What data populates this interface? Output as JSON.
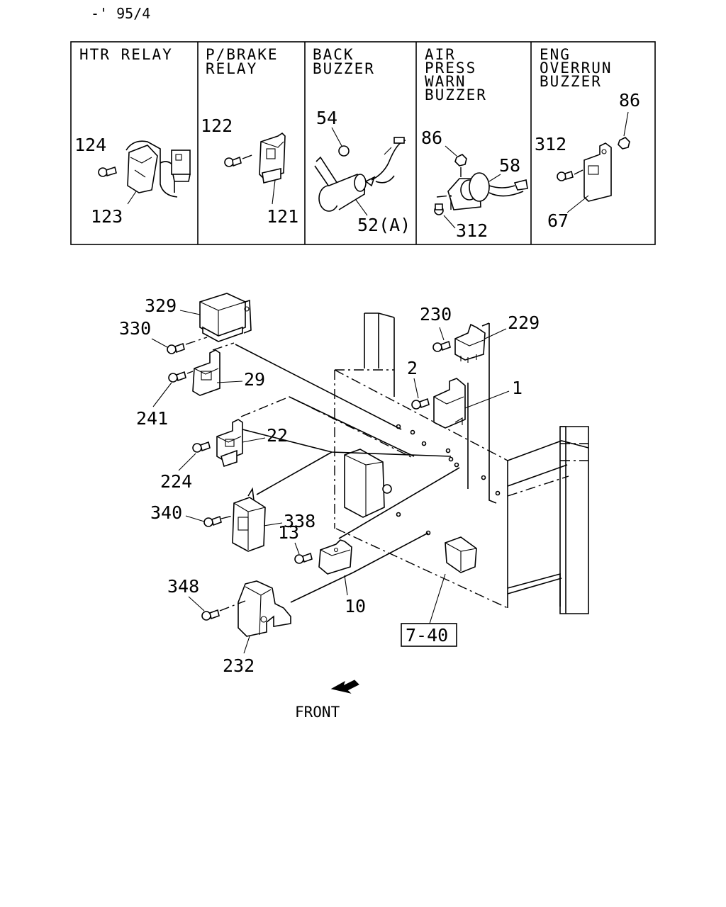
{
  "applicability": "-' 95/4",
  "inset_panels": [
    {
      "title": [
        "HTR RELAY"
      ],
      "labels": [
        "124",
        "123"
      ]
    },
    {
      "title": [
        "P/BRAKE",
        "RELAY"
      ],
      "labels": [
        "122",
        "121"
      ]
    },
    {
      "title": [
        "BACK",
        "BUZZER"
      ],
      "labels": [
        "54",
        "52(A)"
      ]
    },
    {
      "title": [
        "AIR",
        "PRESS",
        "WARN",
        "BUZZER"
      ],
      "labels": [
        "86",
        "58",
        "312"
      ]
    },
    {
      "title": [
        "ENG",
        "OVERRUN",
        "BUZZER"
      ],
      "labels": [
        "86",
        "312",
        "67"
      ]
    }
  ],
  "callouts": {
    "c329": "329",
    "c330": "330",
    "c29": "29",
    "c241": "241",
    "c22": "22",
    "c224": "224",
    "c338": "338",
    "c340": "340",
    "c13": "13",
    "c10": "10",
    "c348": "348",
    "c232": "232",
    "c230": "230",
    "c229": "229",
    "c2": "2",
    "c1": "1"
  },
  "reference_box": "7-40",
  "front_label": "FRONT"
}
